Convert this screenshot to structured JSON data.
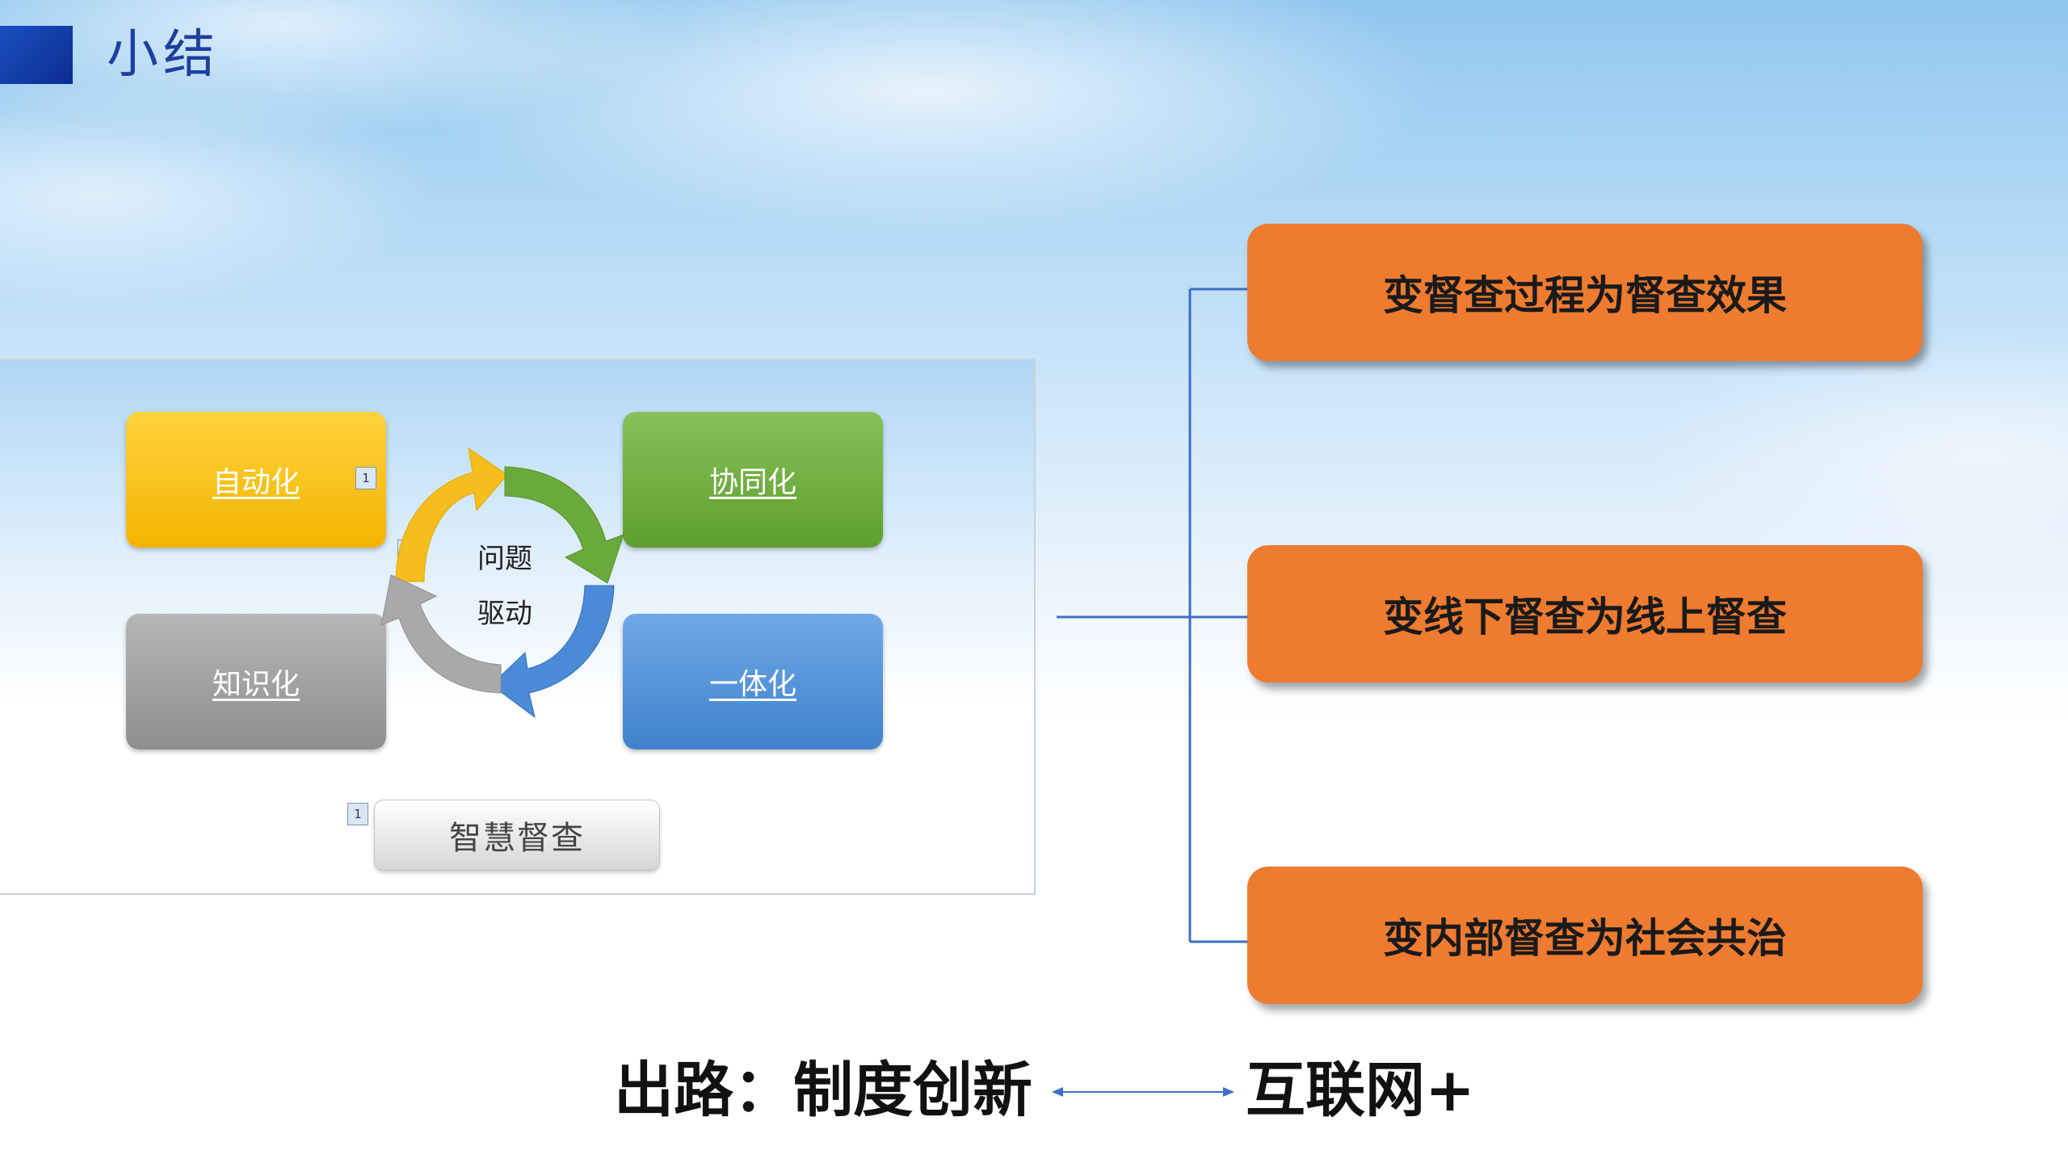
{
  "header": {
    "title": "小结"
  },
  "cycle": {
    "tiles": {
      "auto": "自动化",
      "collab": "协同化",
      "knowledge": "知识化",
      "integration": "一体化"
    },
    "center_line1": "问题",
    "center_line2": "驱动",
    "badge": "1",
    "button": "智慧督查"
  },
  "results": [
    "变督查过程为督查效果",
    "变线下督查为线上督查",
    "变内部督查为社会共治"
  ],
  "bottom": {
    "left": "出路：制度创新",
    "right": "互联网+"
  },
  "colors": {
    "orange": "#ee7b30",
    "yellow": "#f3b400",
    "green": "#5f9e31",
    "gray": "#8e8e8e",
    "blue": "#3f82cc",
    "connector": "#3d6fc4"
  }
}
